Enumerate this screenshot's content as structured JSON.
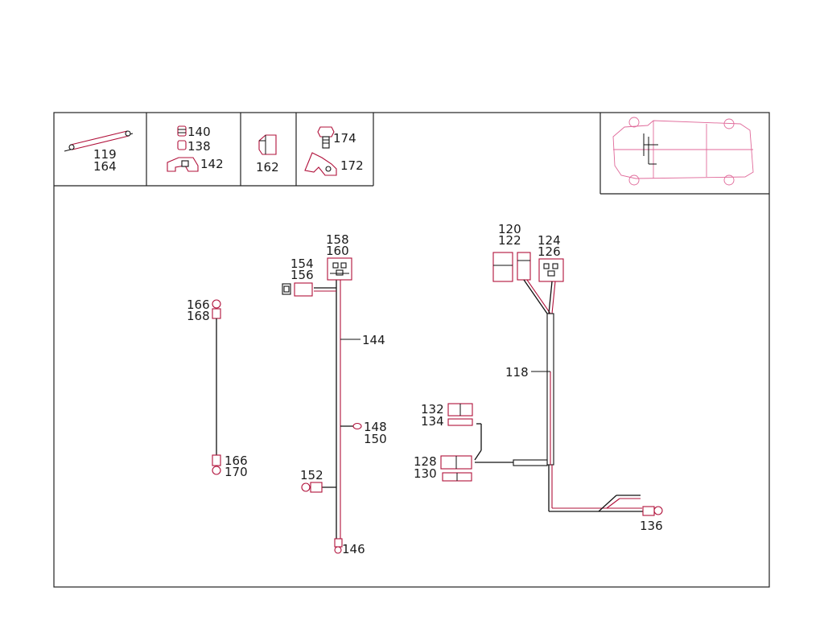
{
  "colors": {
    "ink": "#111111",
    "accent": "#b0103a",
    "vehicle": "#e06a9a"
  },
  "labels": {
    "l119": "119",
    "l164": "164",
    "l140": "140",
    "l138": "138",
    "l142": "142",
    "l162": "162",
    "l174": "174",
    "l172": "172",
    "l158": "158",
    "l160": "160",
    "l154": "154",
    "l156": "156",
    "l144": "144",
    "l166a": "166",
    "l168": "168",
    "l166b": "166",
    "l170": "170",
    "l148": "148",
    "l150": "150",
    "l152": "152",
    "l146": "146",
    "l120": "120",
    "l122": "122",
    "l124": "124",
    "l126": "126",
    "l118": "118",
    "l132": "132",
    "l134": "134",
    "l128": "128",
    "l130": "130",
    "l136": "136"
  }
}
